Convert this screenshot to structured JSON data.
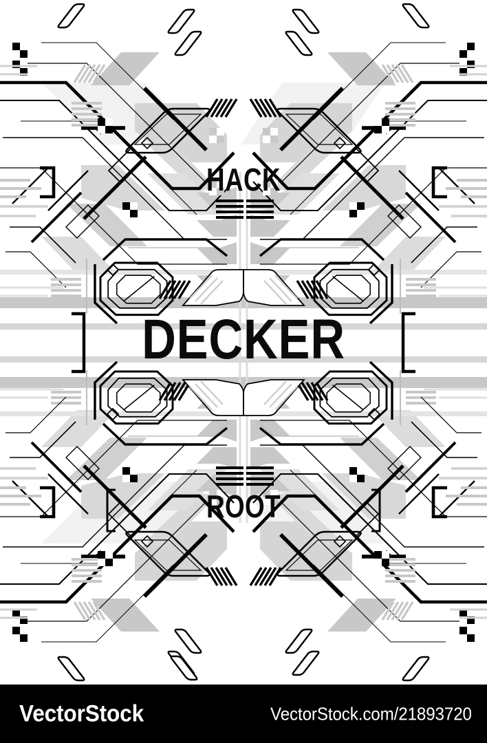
{
  "artwork": {
    "title": "Hack Decker Root circuit board HUD poster",
    "style": "techno / HUD / printed-circuit vector art",
    "background_color": "#ffffff",
    "ink_color": "#000000",
    "mid_gray": "#9a9a9a",
    "light_gray": "#c8c8c8",
    "pale_gray": "#e3e3e3",
    "symmetry": "mirrored horizontally about center and vertically about mid-band"
  },
  "labels": {
    "top": "HACK",
    "center": "DECKER",
    "bottom": "ROOT"
  },
  "footer": {
    "brand": "VectorStock",
    "url": "VectorStock.com/21893720",
    "background_color": "#000000",
    "text_color": "#ffffff"
  }
}
